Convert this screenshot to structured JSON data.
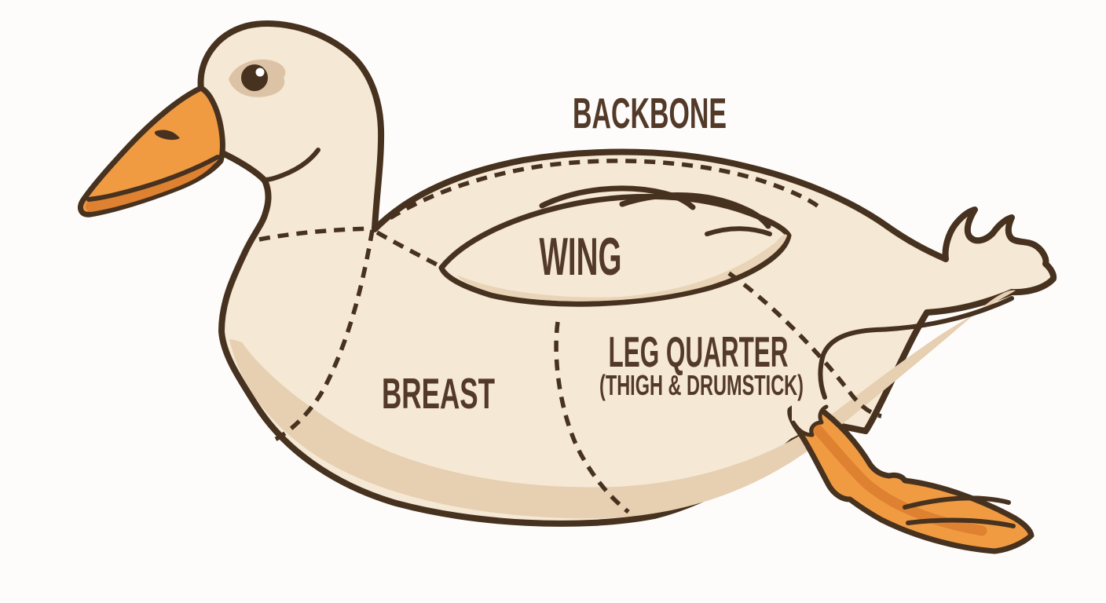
{
  "diagram": {
    "background": "#fdfcfa",
    "labels": {
      "backbone": "BACKBONE",
      "wing": "WING",
      "breast": "BREAST",
      "leg_quarter": "LEG QUARTER",
      "leg_quarter_detail": "(THIGH & DRUMSTICK)"
    },
    "colors": {
      "outline": "#47311f",
      "body": "#f5e8d4",
      "body_shade": "#e7cfb1",
      "wing_shade": "#ead4b8",
      "beak": "#f09b42",
      "beak_shade": "#de8130",
      "eye_ring": "#dcc3a6",
      "eye_highlight": "#ffffff",
      "label_text": "#533a28"
    }
  }
}
